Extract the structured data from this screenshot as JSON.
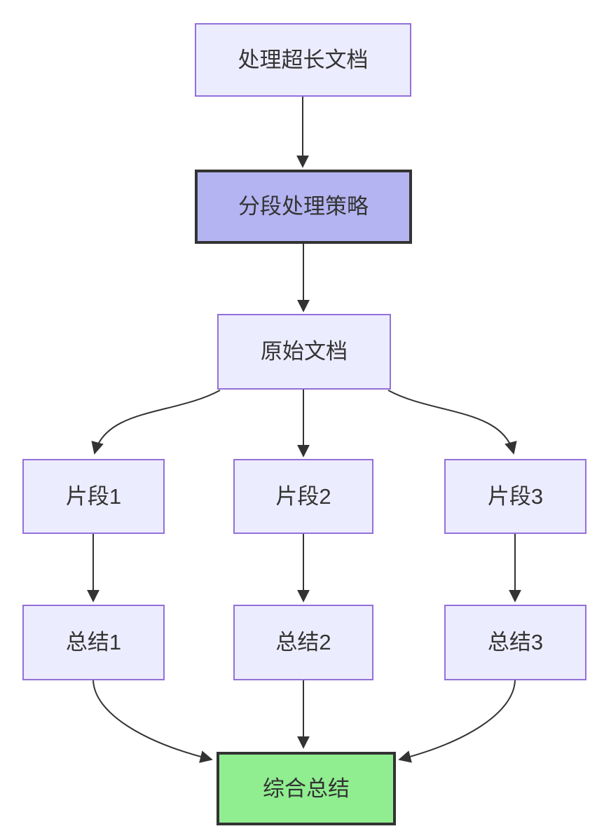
{
  "diagram": {
    "type": "flowchart",
    "direction": "top-down",
    "nodes": [
      {
        "id": "A",
        "label": "处理超长文档",
        "style": "default"
      },
      {
        "id": "B",
        "label": "分段处理策略",
        "style": "highlight-purple"
      },
      {
        "id": "C",
        "label": "原始文档",
        "style": "default"
      },
      {
        "id": "P1",
        "label": "片段1",
        "style": "default"
      },
      {
        "id": "P2",
        "label": "片段2",
        "style": "default"
      },
      {
        "id": "P3",
        "label": "片段3",
        "style": "default"
      },
      {
        "id": "S1",
        "label": "总结1",
        "style": "default"
      },
      {
        "id": "S2",
        "label": "总结2",
        "style": "default"
      },
      {
        "id": "S3",
        "label": "总结3",
        "style": "default"
      },
      {
        "id": "Z",
        "label": "综合总结",
        "style": "highlight-green"
      }
    ],
    "edges": [
      {
        "from": "处理超长文档",
        "to": "分段处理策略"
      },
      {
        "from": "分段处理策略",
        "to": "原始文档"
      },
      {
        "from": "原始文档",
        "to": "片段1"
      },
      {
        "from": "原始文档",
        "to": "片段2"
      },
      {
        "from": "原始文档",
        "to": "片段3"
      },
      {
        "from": "片段1",
        "to": "总结1"
      },
      {
        "from": "片段2",
        "to": "总结2"
      },
      {
        "from": "片段3",
        "to": "总结3"
      },
      {
        "from": "总结1",
        "to": "综合总结"
      },
      {
        "from": "总结2",
        "to": "综合总结"
      },
      {
        "from": "总结3",
        "to": "综合总结"
      }
    ],
    "colors": {
      "node_fill": "#ECECFF",
      "node_border": "#9370DB",
      "highlight_purple_fill": "#b4b4f2",
      "highlight_green_fill": "#90EE90",
      "dark_border": "#333333",
      "edge": "#333333",
      "text": "#333333",
      "background": "#ffffff"
    }
  }
}
